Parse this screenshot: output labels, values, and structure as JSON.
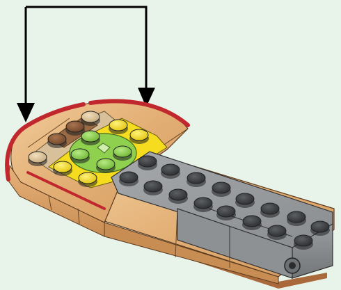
{
  "diagram": {
    "kind": "lego-build-instruction",
    "subject": "wooden-paddle-with-studs",
    "callout": {
      "targets": [
        "left-side-red-trim",
        "top-red-trim"
      ],
      "color": "#000000"
    },
    "colors": {
      "background": "#e8f3ea",
      "wood": "#e3b27a",
      "wood_light": "#f0c995",
      "wood_dark": "#c98a4f",
      "red_trim": "#c0282d",
      "gray": "#8c8f92",
      "gray_dark": "#6b6e71",
      "stud_dark": "#3d3f42",
      "yellow": "#f5dc1e",
      "green": "#8fd14f",
      "brown": "#8a5a3a",
      "tan": "#d8c09a"
    }
  }
}
